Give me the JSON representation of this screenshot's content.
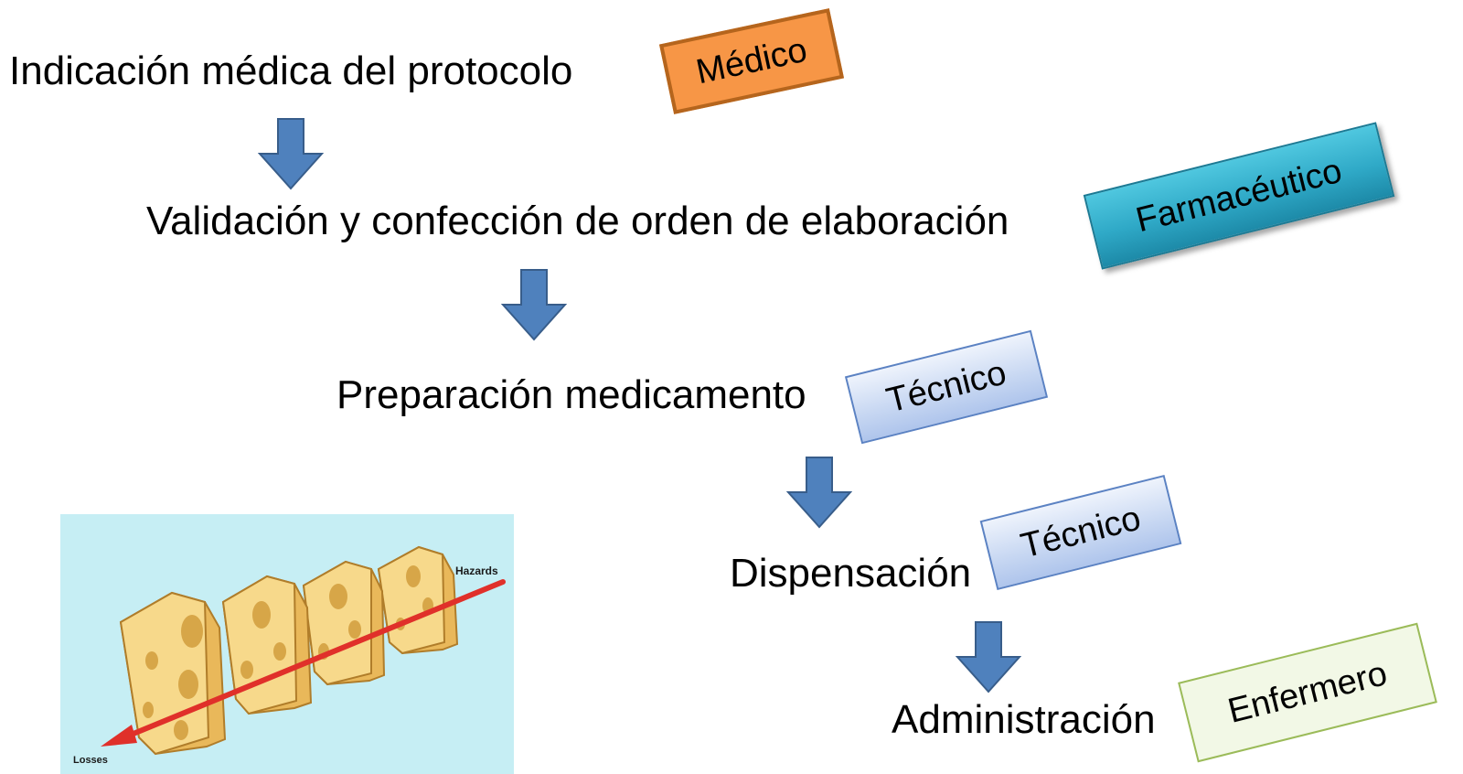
{
  "steps": [
    {
      "id": "indicacion",
      "text": "Indicación médica del protocolo"
    },
    {
      "id": "validacion",
      "text": "Validación y confección de orden de elaboración"
    },
    {
      "id": "preparacion",
      "text": "Preparación medicamento"
    },
    {
      "id": "dispensacion",
      "text": "Dispensación"
    },
    {
      "id": "administracion",
      "text": "Administración"
    }
  ],
  "roles": {
    "medico": "Médico",
    "farmaceutico": "Farmacéutico",
    "tecnico_preparacion": "Técnico",
    "tecnico_dispensacion": "Técnico",
    "enfermero": "Enfermero"
  },
  "illustration": {
    "name": "swiss-cheese-model",
    "hazards_label": "Hazards",
    "losses_label": "Losses"
  },
  "colors": {
    "arrow_fill": "#4f81bd",
    "arrow_stroke": "#385d8a",
    "medico": "#f79646",
    "farmaceutico": "#31b0cf",
    "tecnico": "#c7d7f2",
    "enfermero_border": "#9bbb59",
    "cheese_background": "#c6eef4",
    "cheese": "#f7d98b",
    "hazard_arrow": "#e0302a"
  }
}
